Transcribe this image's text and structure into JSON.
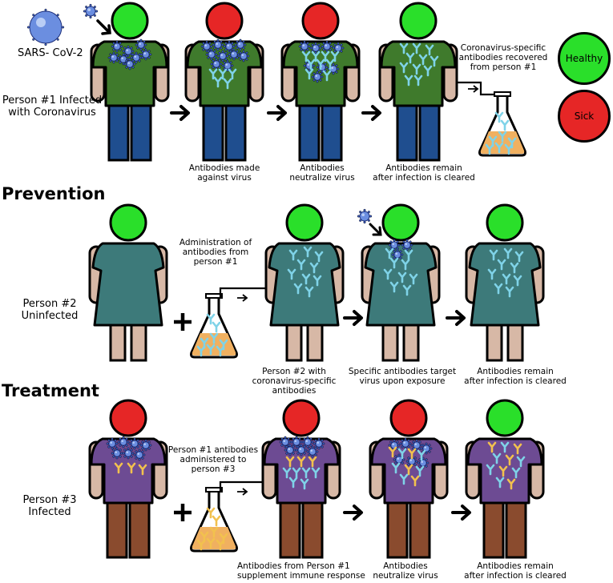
{
  "virus_label": "SARS- CoV-2",
  "legend": {
    "healthy": {
      "label": "Healthy",
      "color": "#2adf2a"
    },
    "sick": {
      "label": "Sick",
      "color": "#e62626"
    }
  },
  "colors": {
    "skin": "#d7b8a6",
    "shirt_p1": "#3f7a2c",
    "pants_p1": "#1f4e8f",
    "dress_p2": "#3d7a7a",
    "shirt_p3": "#6d4b93",
    "pants_p3": "#8a4b2e",
    "virus": "#6b8ee0",
    "antibody": "#7fd3e8",
    "antibody_p3": "#f2c14e",
    "flask_liquid": "#f0b060"
  },
  "row1": {
    "person_label": [
      "Person #1 Infected",
      "with Coronavirus"
    ],
    "captions": [
      [
        "Antibodies made",
        "against virus"
      ],
      [
        "Antibodies",
        "neutralize virus"
      ],
      [
        "Antibodies remain",
        "after infection is cleared"
      ]
    ],
    "flask_caption": [
      "Coronavirus-specific",
      "antibodies recovered",
      "from person #1"
    ]
  },
  "sections": {
    "prevention": "Prevention",
    "treatment": "Treatment"
  },
  "row2": {
    "person_label": [
      "Person #2",
      "Uninfected"
    ],
    "admin_caption": [
      "Administration of",
      "antibodies from",
      "person #1"
    ],
    "captions": [
      [
        "Person #2 with",
        "coronavirus-specific",
        "antibodies"
      ],
      [
        "Specific antibodies target",
        "virus upon exposure"
      ],
      [
        "Antibodies remain",
        "after infection is cleared"
      ]
    ]
  },
  "row3": {
    "person_label": [
      "Person #3",
      "Infected"
    ],
    "admin_caption": [
      "Person #1 antibodies",
      "administered to",
      "person #3"
    ],
    "captions": [
      [
        "Antibodies from Person #1",
        "supplement immune response"
      ],
      [
        "Antibodies",
        "neutralize virus"
      ],
      [
        "Antibodies remain",
        "after infection is cleared"
      ]
    ]
  }
}
